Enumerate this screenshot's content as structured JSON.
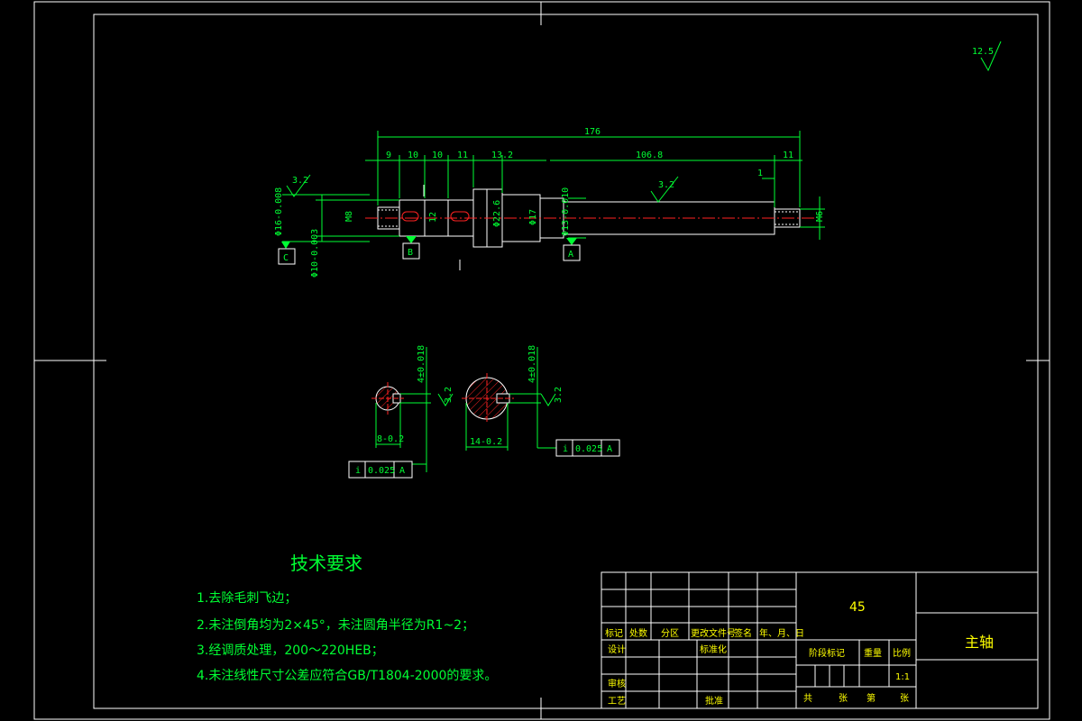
{
  "roughness": {
    "corner": "12.5",
    "left": "3.2",
    "mid": "3.2"
  },
  "dims": {
    "overall": "176",
    "seg1": "9",
    "seg2": "10",
    "seg3": "10",
    "seg4": "11",
    "seg5": "13.2",
    "seg6": "106.8",
    "seg7": "11",
    "step": "1",
    "m8": "M8",
    "d12": "12",
    "d22": "Φ22.6",
    "d17": "Φ17",
    "d16": "Φ16-0.008",
    "d13": "Φ13-0.010",
    "d10": "Φ10-0.003",
    "m6": "M6"
  },
  "datums": {
    "c": "C",
    "b": "B",
    "a": "A"
  },
  "sections": {
    "left_key": "4±0.018",
    "left_depth": "8-0.2",
    "left_rough": "3.2",
    "right_key": "4±0.018",
    "right_depth": "14-0.2",
    "right_rough": "3.2",
    "tol_sym": "i",
    "tol_val": "0.025",
    "tol_ref": "A"
  },
  "requirements": {
    "title": "技术要求",
    "items": [
      "1.去除毛刺飞边；",
      "2.未注倒角均为2×45°，未注圆角半径为R1~2；",
      "3.经调质处理，200～220HEB；",
      "4.未注线性尺寸公差应符合GB/T1804-2000的要求。"
    ]
  },
  "title_block": {
    "material": "45",
    "part_name": "主轴",
    "h_mark": "标记",
    "h_count": "处数",
    "h_zone": "分区",
    "h_doc": "更改文件号",
    "h_sign": "签名",
    "h_date": "年、月、日",
    "design": "设计",
    "standard": "标准化",
    "review": "审核",
    "process": "工艺",
    "approve": "批准",
    "stage": "阶段标记",
    "weight": "重量",
    "scale_label": "比例",
    "scale": "1:1",
    "sheet_total": "共",
    "sheet_unit": "张",
    "sheet_no": "第",
    "sheet_unit2": "张"
  }
}
